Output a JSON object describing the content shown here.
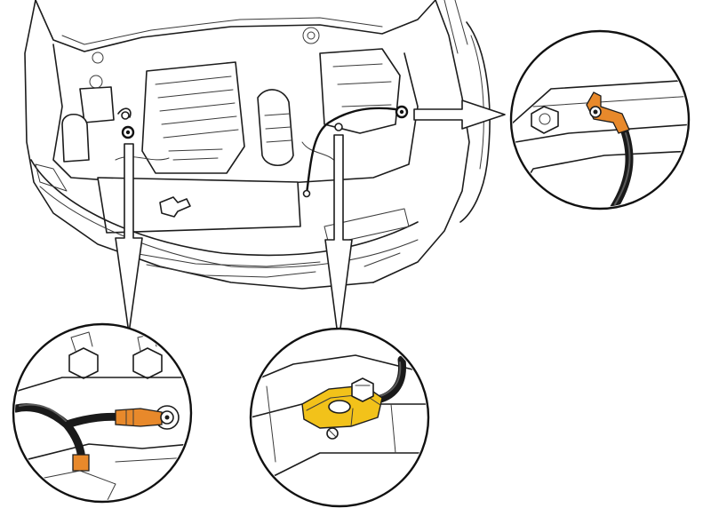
{
  "diagram": {
    "colors": {
      "line": "#1c1c1c",
      "background": "#ffffff",
      "terminal_orange": "#e8892b",
      "clamp_yellow": "#f2c21a",
      "cable_black": "#1a1a1a"
    },
    "callouts": [
      {
        "id": "ground-strap-left",
        "icon": "ground-terminal-icon"
      },
      {
        "id": "battery-positive-clamp",
        "icon": "battery-clamp-icon"
      },
      {
        "id": "ground-strap-right",
        "icon": "ground-terminal-icon"
      }
    ]
  }
}
